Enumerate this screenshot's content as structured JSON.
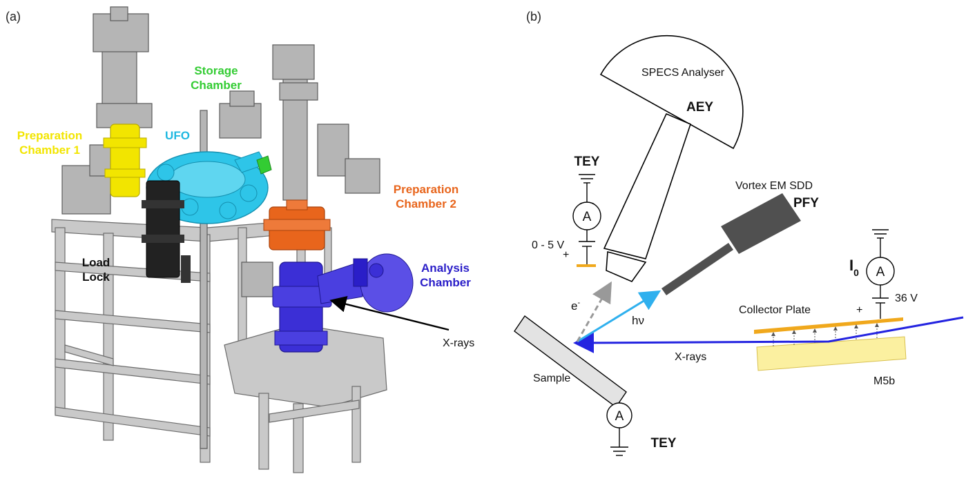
{
  "panel_a": {
    "label": "(a)",
    "parts": {
      "preparation_chamber_1": {
        "line1": "Preparation",
        "line2": "Chamber 1",
        "color": "#f2e500"
      },
      "storage_chamber": {
        "line1": "Storage",
        "line2": "Chamber",
        "color": "#33cc33"
      },
      "ufo": {
        "label": "UFO",
        "color": "#1fb8e0"
      },
      "preparation_chamber_2": {
        "line1": "Preparation",
        "line2": "Chamber 2",
        "color": "#e8651c"
      },
      "load_lock": {
        "line1": "Load",
        "line2": "Lock",
        "color": "#111111"
      },
      "analysis_chamber": {
        "line1": "Analysis",
        "line2": "Chamber",
        "color": "#2a1ec8"
      },
      "xrays": {
        "label": "X-rays"
      }
    }
  },
  "panel_b": {
    "label": "(b)",
    "analyser": {
      "name": "SPECS Analyser",
      "mode": "AEY"
    },
    "detector": {
      "name": "Vortex EM SDD",
      "mode": "PFY"
    },
    "tey_top": {
      "label": "TEY",
      "meter": "A",
      "bias": "0 - 5 V",
      "plus": "+"
    },
    "tey_bottom": {
      "label": "TEY",
      "meter": "A"
    },
    "i0": {
      "label_main": "I",
      "label_sub": "0",
      "meter": "A",
      "bias": "36 V",
      "plus": "+"
    },
    "collector": {
      "label": "Collector Plate",
      "color": "#f0a81c"
    },
    "mirror": {
      "label": "M5b",
      "color": "#fbf0a0"
    },
    "sample": {
      "label": "Sample"
    },
    "beam": {
      "xrays": "X-rays",
      "hv": "hν",
      "electron": "e",
      "electron_sup": "-",
      "xray_color": "#2323e0",
      "hv_color": "#2fb0ee",
      "electron_color": "#999999"
    }
  }
}
